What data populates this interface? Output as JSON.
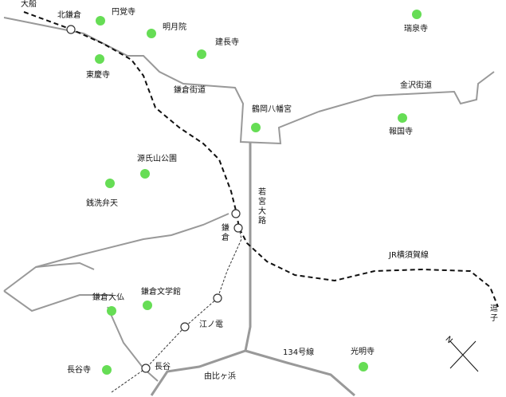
{
  "colors": {
    "road": "#999999",
    "jr_line": "#111111",
    "enoden_line": "#333333",
    "landmark": "#66dd55",
    "station_fill": "#ffffff",
    "station_stroke": "#333333",
    "text": "#111111"
  },
  "roads": {
    "kamakura_kaido": "鎌倉街道",
    "kanazawa_kaido": "金沢街道",
    "wakamiya_oji": "若宮大路",
    "route_134": "134号線"
  },
  "railways": {
    "jr_yokosuka": "JR横須賀線",
    "enoden": "江ノ電"
  },
  "directions": {
    "ofuna": "大船",
    "zushi": "逗子"
  },
  "areas": {
    "yuigahama": "由比ヶ浜"
  },
  "stations": {
    "kita_kamakura": "北鎌倉",
    "kamakura": "鎌倉",
    "hase": "長谷"
  },
  "landmarks": {
    "engakuji": "円覚寺",
    "meigetsuin": "明月院",
    "kenchoji": "建長寺",
    "tokeiji": "東慶寺",
    "zuisenji": "瑞泉寺",
    "tsurugaoka": "鶴岡八幡宮",
    "hokokuji": "報国寺",
    "genjiyama": "源氏山公園",
    "zeniarai": "銭洗弁天",
    "daibutsu": "鎌倉大仏",
    "bungakukan": "鎌倉文学館",
    "hasedera": "長谷寺",
    "komyoji": "光明寺"
  },
  "compass": {
    "north_label": "N"
  }
}
